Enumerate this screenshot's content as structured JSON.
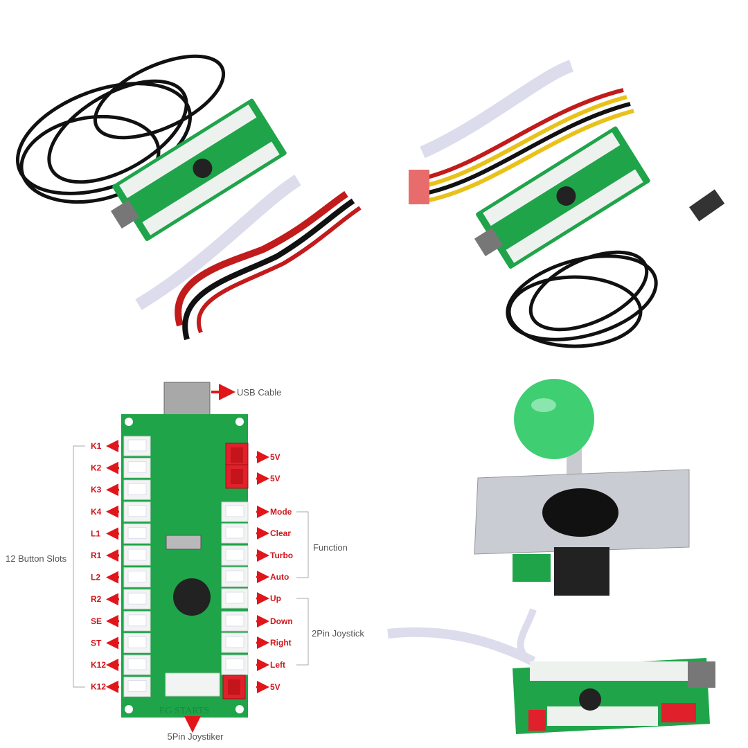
{
  "diagram": {
    "usb_label": "USB Cable",
    "left_group_label": "12 Button Slots",
    "left_labels": [
      "K1",
      "K2",
      "K3",
      "K4",
      "L1",
      "R1",
      "L2",
      "R2",
      "SE",
      "ST",
      "K12",
      "K12"
    ],
    "right_labels": [
      "5V",
      "5V",
      "Mode",
      "Clear",
      "Turbo",
      "Auto",
      "Up",
      "Down",
      "Right",
      "Left",
      "5V"
    ],
    "function_label": "Function",
    "joystick_label": "2Pin Joystick",
    "bottom_label": "5Pin Joystiker",
    "board_silkscreen": "EG STARTS"
  },
  "colors": {
    "board_green": "#1fa44a",
    "label_red": "#d0161b",
    "connector_red": "#e0212b",
    "ball_green": "#3fce72"
  }
}
